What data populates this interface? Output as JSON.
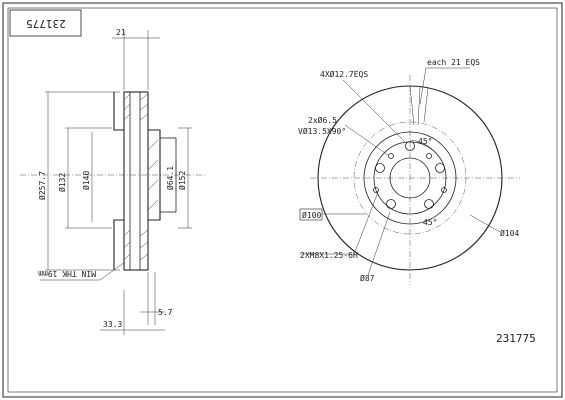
{
  "drawing": {
    "part_number_box": "231775",
    "part_number_footer": "231775",
    "labels": {
      "dim_21": "21",
      "dim_d257_7": "Ø257.7",
      "dim_d132": "Ø132",
      "dim_d140": "Ø140",
      "dim_d64": "Ø64.1",
      "dim_d152": "Ø152",
      "min_thk": "MIN THK 19mm",
      "dim_5_7": "5.7",
      "dim_33_3": "33.3",
      "holes_4x": "4XØ12.7EQS",
      "each_21": "each 21 EQS",
      "holes_2x": "2xØ6.5",
      "countersink": "VØ13.5X90°",
      "angle_45_top": "45°",
      "angle_45_bot": "45°",
      "dim_d100": "Ø100",
      "dim_d104": "Ø104",
      "thread": "2XM8X1.25-6H",
      "dim_d87": "Ø87"
    }
  }
}
